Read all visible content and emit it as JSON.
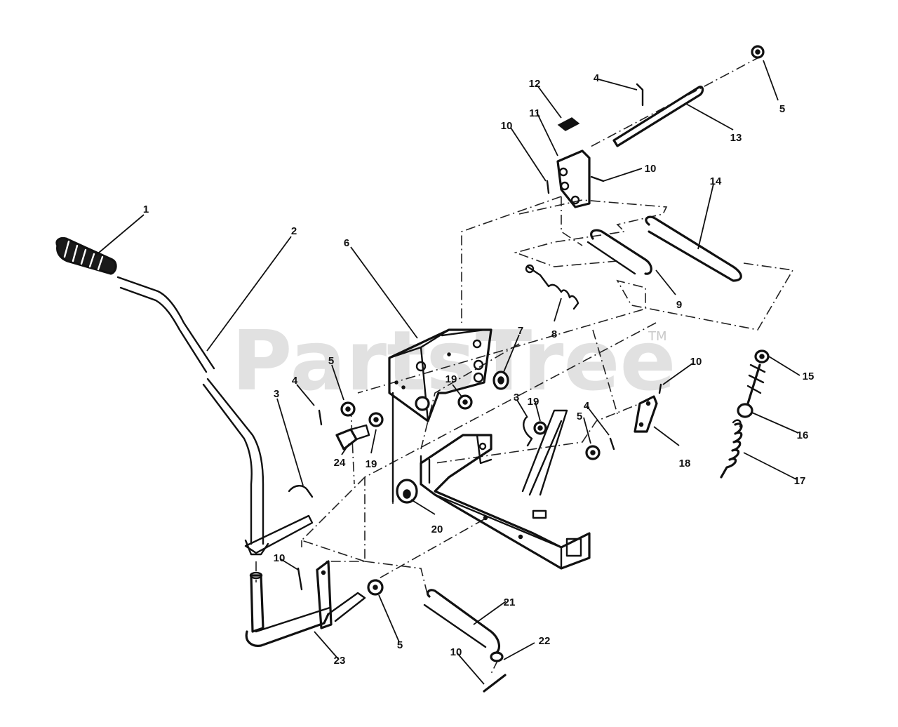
{
  "watermark": {
    "text": "PartsTree",
    "trademark": "TM"
  },
  "callouts": [
    {
      "id": "c1",
      "label": "1"
    },
    {
      "id": "c2",
      "label": "2"
    },
    {
      "id": "c3a",
      "label": "3"
    },
    {
      "id": "c3b",
      "label": "3"
    },
    {
      "id": "c4a",
      "label": "4"
    },
    {
      "id": "c4b",
      "label": "4"
    },
    {
      "id": "c4c",
      "label": "4"
    },
    {
      "id": "c5a",
      "label": "5"
    },
    {
      "id": "c5b",
      "label": "5"
    },
    {
      "id": "c5c",
      "label": "5"
    },
    {
      "id": "c5d",
      "label": "5"
    },
    {
      "id": "c6",
      "label": "6"
    },
    {
      "id": "c7",
      "label": "7"
    },
    {
      "id": "c8",
      "label": "8"
    },
    {
      "id": "c9",
      "label": "9"
    },
    {
      "id": "c10a",
      "label": "10"
    },
    {
      "id": "c10b",
      "label": "10"
    },
    {
      "id": "c10c",
      "label": "10"
    },
    {
      "id": "c10d",
      "label": "10"
    },
    {
      "id": "c10e",
      "label": "10"
    },
    {
      "id": "c11",
      "label": "11"
    },
    {
      "id": "c12",
      "label": "12"
    },
    {
      "id": "c13",
      "label": "13"
    },
    {
      "id": "c14",
      "label": "14"
    },
    {
      "id": "c15",
      "label": "15"
    },
    {
      "id": "c16",
      "label": "16"
    },
    {
      "id": "c17",
      "label": "17"
    },
    {
      "id": "c18",
      "label": "18"
    },
    {
      "id": "c19a",
      "label": "19"
    },
    {
      "id": "c19b",
      "label": "19"
    },
    {
      "id": "c19c",
      "label": "19"
    },
    {
      "id": "c20",
      "label": "20"
    },
    {
      "id": "c21",
      "label": "21"
    },
    {
      "id": "c22",
      "label": "22"
    },
    {
      "id": "c23",
      "label": "23"
    },
    {
      "id": "c24",
      "label": "24"
    }
  ]
}
